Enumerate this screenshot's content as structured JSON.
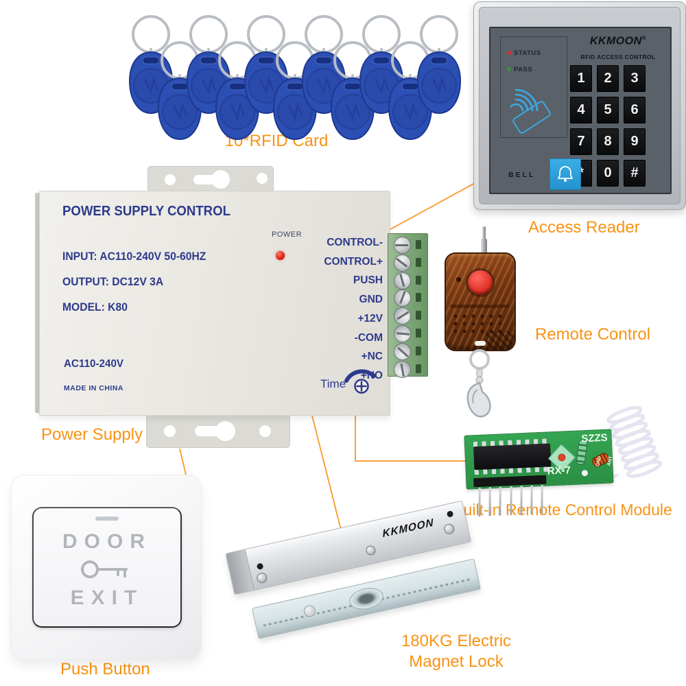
{
  "colors": {
    "label_orange": "#F89313",
    "line_orange": "#F9A13A",
    "psu_text_navy": "#2D3A8C",
    "fob_blue": "#2C4FB4",
    "bell_blue": "#2FA6E0",
    "pcb_green": "#2FA14C"
  },
  "rfid": {
    "label": "10*RFID Card",
    "count": 11
  },
  "reader": {
    "label": "Access Reader",
    "brand": "KKMOON",
    "registered": "®",
    "subtitle": "RFID ACCESS CONTROL",
    "status_label": "STATUS",
    "pass_label": "PASS",
    "bell_label": "BELL",
    "keys": [
      "1",
      "2",
      "3",
      "4",
      "5",
      "6",
      "7",
      "8",
      "9",
      "*",
      "0",
      "#"
    ]
  },
  "power_supply": {
    "label": "Power Supply",
    "title": "POWER SUPPLY CONTROL",
    "input_line": "INPUT:  AC110-240V  50-60HZ",
    "output_line": "OUTPUT:  DC12V   3A",
    "model_line": "MODEL:  K80",
    "voltage_line": "AC110-240V",
    "origin_line": "MADE IN CHINA",
    "power_led_label": "POWER",
    "time_label": "Time",
    "terminals": [
      "CONTROL-",
      "CONTROL+",
      "PUSH",
      "GND",
      "+12V",
      "-COM",
      "+NC",
      "+NO"
    ]
  },
  "remote": {
    "label": "Remote Control"
  },
  "rf_module": {
    "label": "Built-in Remote Control Module",
    "silk_brand": "SZZS",
    "silk_model": "RX-7",
    "silk_gnd": "GND",
    "silk_ant": "ANT"
  },
  "exit_button": {
    "label": "Push Button",
    "word_top": "DOOR",
    "word_bottom": "EXIT"
  },
  "magnet_lock": {
    "label_line1": "180KG Electric",
    "label_line2": "Magnet Lock",
    "brand": "KKMOON"
  }
}
